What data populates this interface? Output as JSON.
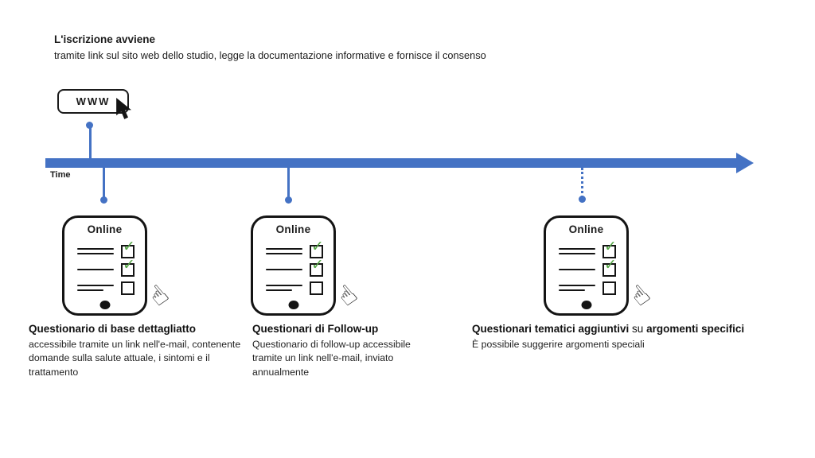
{
  "colors": {
    "timeline_blue": "#4472C4",
    "check_green": "#55A546",
    "ink": "#141414"
  },
  "icons": {
    "checkmark": "✓",
    "hand_pointer": "☝",
    "cursor_arrow": "mouse-arrow"
  },
  "header": {
    "title": "L'iscrizione avviene",
    "subtitle": "tramite link sul sito web dello studio, legge la documentazione informative e fornisce il consenso"
  },
  "www": {
    "label": "WWW"
  },
  "timeline": {
    "axis_label": "Time"
  },
  "milestones": [
    {
      "device_label": "Online",
      "checklist": [
        "checked",
        "checked",
        "unchecked"
      ],
      "connector": "solid",
      "heading": "Questionario di base dettagliatto",
      "body": "accessibile tramite un link nell'e-mail, contenente domande sulla salute attuale, i sintomi e il trattamento"
    },
    {
      "device_label": "Online",
      "checklist": [
        "checked",
        "checked",
        "unchecked"
      ],
      "connector": "solid",
      "heading": "Questionari di Follow-up",
      "body": "Questionario di follow-up accessibile tramite un link nell'e-mail, inviato annualmente"
    },
    {
      "device_label": "Online",
      "checklist": [
        "checked",
        "checked",
        "unchecked"
      ],
      "connector": "dotted",
      "heading_parts": [
        {
          "text": "Questionari tematici aggiuntivi",
          "bold": true
        },
        {
          "text": " su ",
          "bold": false
        },
        {
          "text": "argomenti specifici",
          "bold": true
        }
      ],
      "body": "È possibile suggerire argomenti speciali"
    }
  ]
}
